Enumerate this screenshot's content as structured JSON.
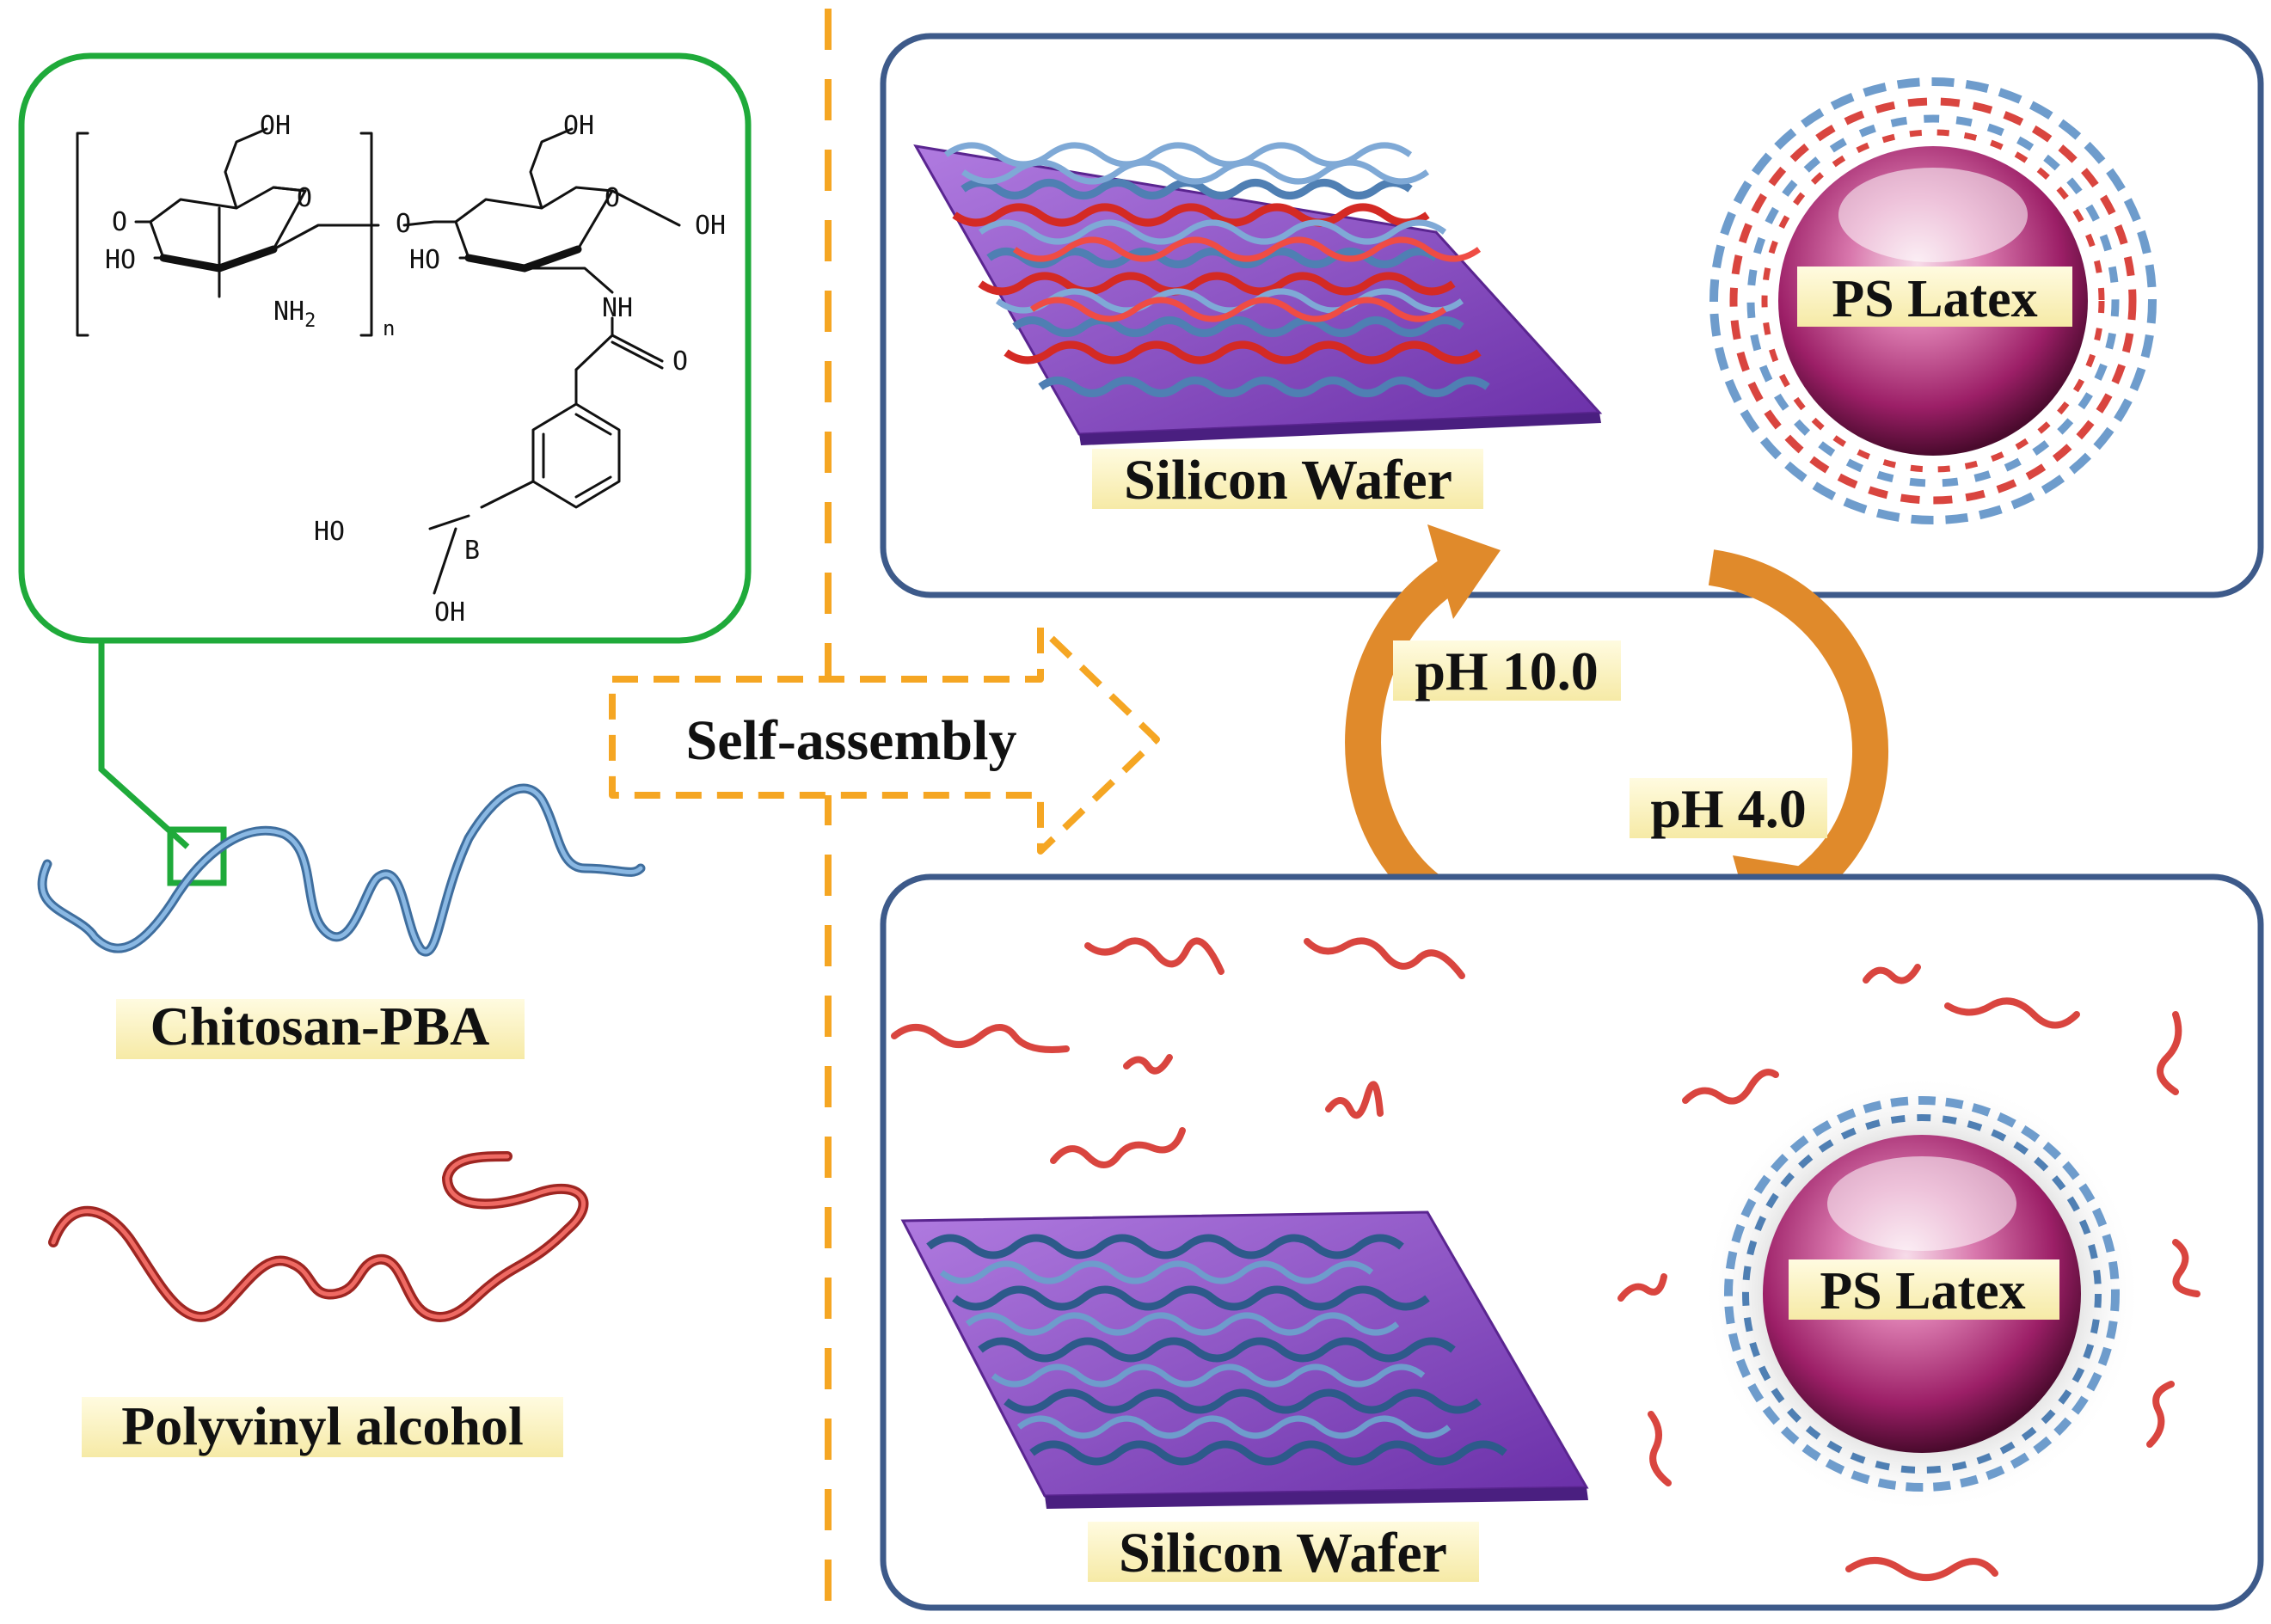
{
  "labels": {
    "chitosan": "Chitosan-PBA",
    "pva": "Polyvinyl alcohol",
    "self_assembly": "Self-assembly",
    "ph_high": "pH 10.0",
    "ph_low": "pH 4.0",
    "wafer_top": "Silicon Wafer",
    "wafer_bottom": "Silicon Wafer",
    "latex_top": "PS Latex",
    "latex_bottom": "PS Latex"
  },
  "structure": {
    "oh_a": "OH",
    "oh_b": "OH",
    "oh_c": "OH",
    "oh_d": "OH",
    "ho_a": "HO",
    "ho_b": "HO",
    "ho_c": "HO",
    "o_a": "O",
    "o_b": "O",
    "o_c": "O",
    "o_d": "O",
    "o_e": "O",
    "nh2": "NH",
    "nh2_sub": "2",
    "nh": "NH",
    "n": "n",
    "b": "B"
  },
  "colors": {
    "green_frame": "#1faa3a",
    "orange": "#f5a623",
    "arrow": "#e08a2b",
    "panel_border": "#3d5a8a",
    "chitosan_chain": "#6e9ccc",
    "pva_chain": "#d9453f",
    "wafer": "#8a4fc4",
    "sphere": "#b0307a",
    "label_bg": "#fdf6c8"
  }
}
